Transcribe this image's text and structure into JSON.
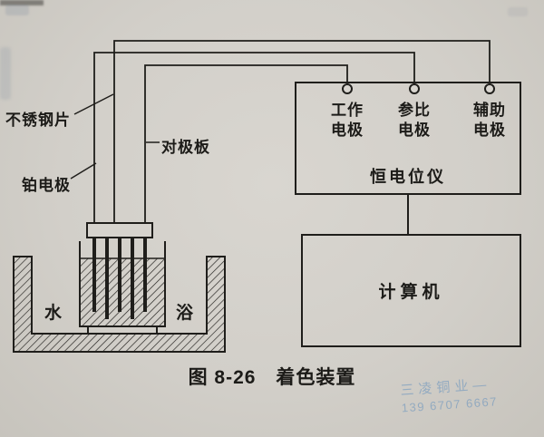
{
  "figure": {
    "caption": "图 8-26　着色装置"
  },
  "bath": {
    "water_left": "水",
    "water_right": "浴"
  },
  "labels": {
    "stainless_steel": "不锈钢片",
    "platinum": "铂电极",
    "counter_plate": "对极板"
  },
  "potentiostat": {
    "name": "恒电位仪",
    "terminals": [
      {
        "line1": "工作",
        "line2": "电极"
      },
      {
        "line1": "参比",
        "line2": "电极"
      },
      {
        "line1": "辅助",
        "line2": "电极"
      }
    ]
  },
  "computer": {
    "name": "计算机"
  },
  "watermark": {
    "line1": "三凌铜业—",
    "line2": "139 6707 6667"
  },
  "colors": {
    "ink": "#1f1e1b",
    "paper": "#d2cfc9",
    "watermark_blue": "#6a94be"
  }
}
